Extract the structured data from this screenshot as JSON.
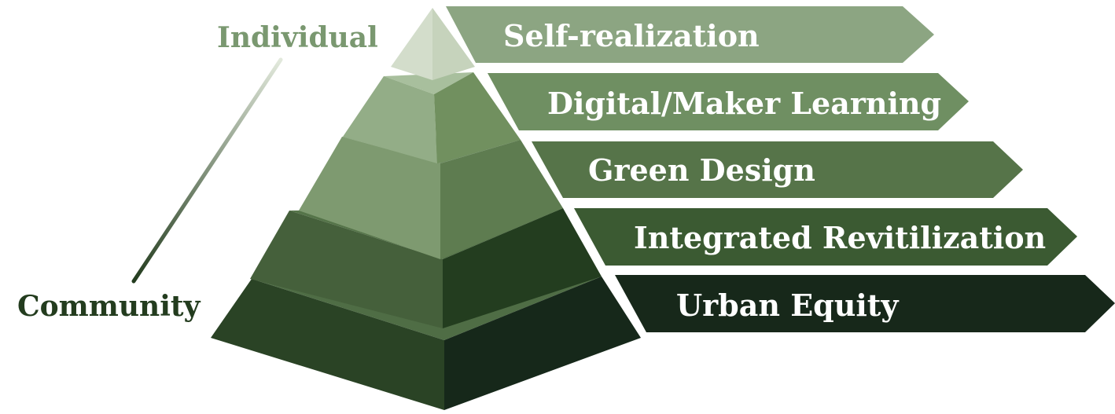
{
  "axis": {
    "top_label": "Individual",
    "bottom_label": "Community",
    "top_color": "#7a9870",
    "bottom_color": "#233c1e"
  },
  "levels": [
    {
      "label": "Self-realization",
      "banner_color": "#8ca582",
      "front_left": "#d3ddcb",
      "front_right": "#c6d3bc",
      "top_face": "#dfe7d8"
    },
    {
      "label": "Digital/Maker Learning",
      "banner_color": "#6f8f62",
      "front_left": "#93ad87",
      "front_right": "#71905f",
      "top_face": "#a8bf9d"
    },
    {
      "label": "Green Design",
      "banner_color": "#567449",
      "front_left": "#7e9a70",
      "front_right": "#5e7c50",
      "top_face": "#6f8e62"
    },
    {
      "label": "Integrated Revitilization",
      "banner_color": "#3b5a32",
      "front_left": "#45603b",
      "front_right": "#233d1f",
      "top_face": "#557449"
    },
    {
      "label": "Urban Equity",
      "banner_color": "#17281a",
      "front_left": "#2a4325",
      "front_right": "#16281a",
      "top_face": "#4f6d45"
    }
  ]
}
